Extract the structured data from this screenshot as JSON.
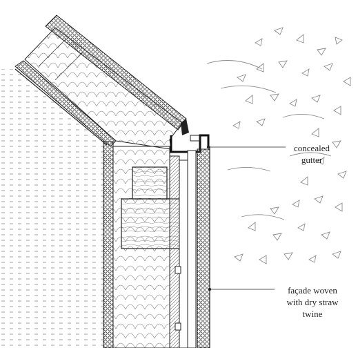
{
  "annotations": {
    "gutter": {
      "line1": "concealed",
      "line2": "gutter"
    },
    "facade": {
      "line1": "façade woven",
      "line2": "with dry straw",
      "line3": "twine"
    }
  },
  "colors": {
    "ink": "#222222",
    "thin_ink": "#555555",
    "tree_ink": "#8a8a8a",
    "background": "#ffffff"
  }
}
